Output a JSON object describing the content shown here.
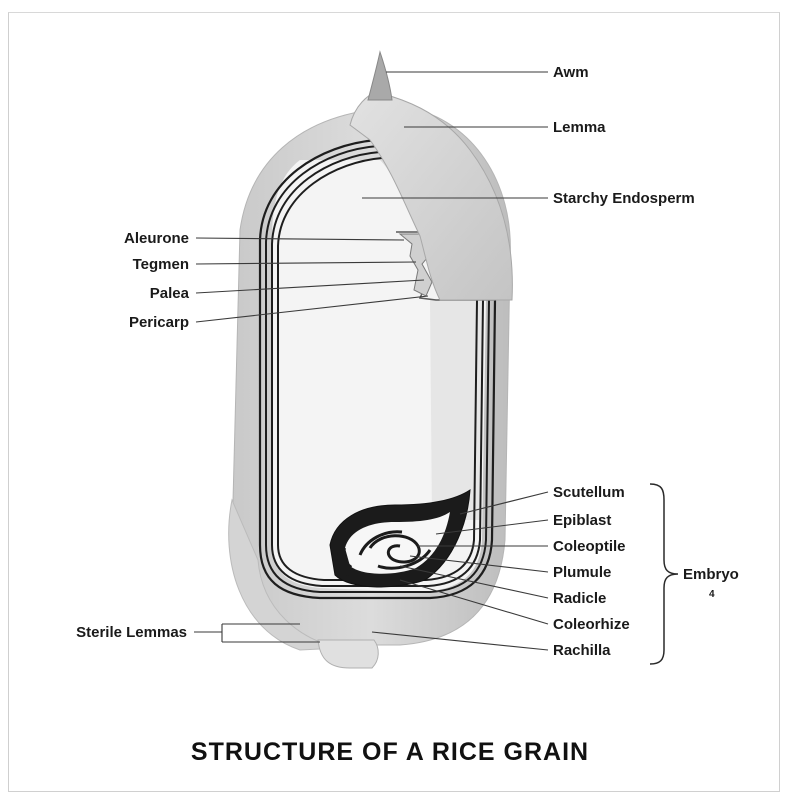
{
  "diagram": {
    "title": "STRUCTURE OF A RICE GRAIN",
    "labels": {
      "awn": "Awm",
      "lemma": "Lemma",
      "starchy_endosperm": "Starchy Endosperm",
      "aleurone": "Aleurone",
      "tegmen": "Tegmen",
      "palea": "Palea",
      "pericarp": "Pericarp",
      "scutellum": "Scutellum",
      "epiblast": "Epiblast",
      "coleoptile": "Coleoptile",
      "plumule": "Plumule",
      "radicle": "Radicle",
      "coleorhize": "Coleorhize",
      "rachilla": "Rachilla",
      "sterile_lemmas": "Sterile Lemmas",
      "embryo": "Embryo",
      "embryo_mark": "4"
    }
  }
}
